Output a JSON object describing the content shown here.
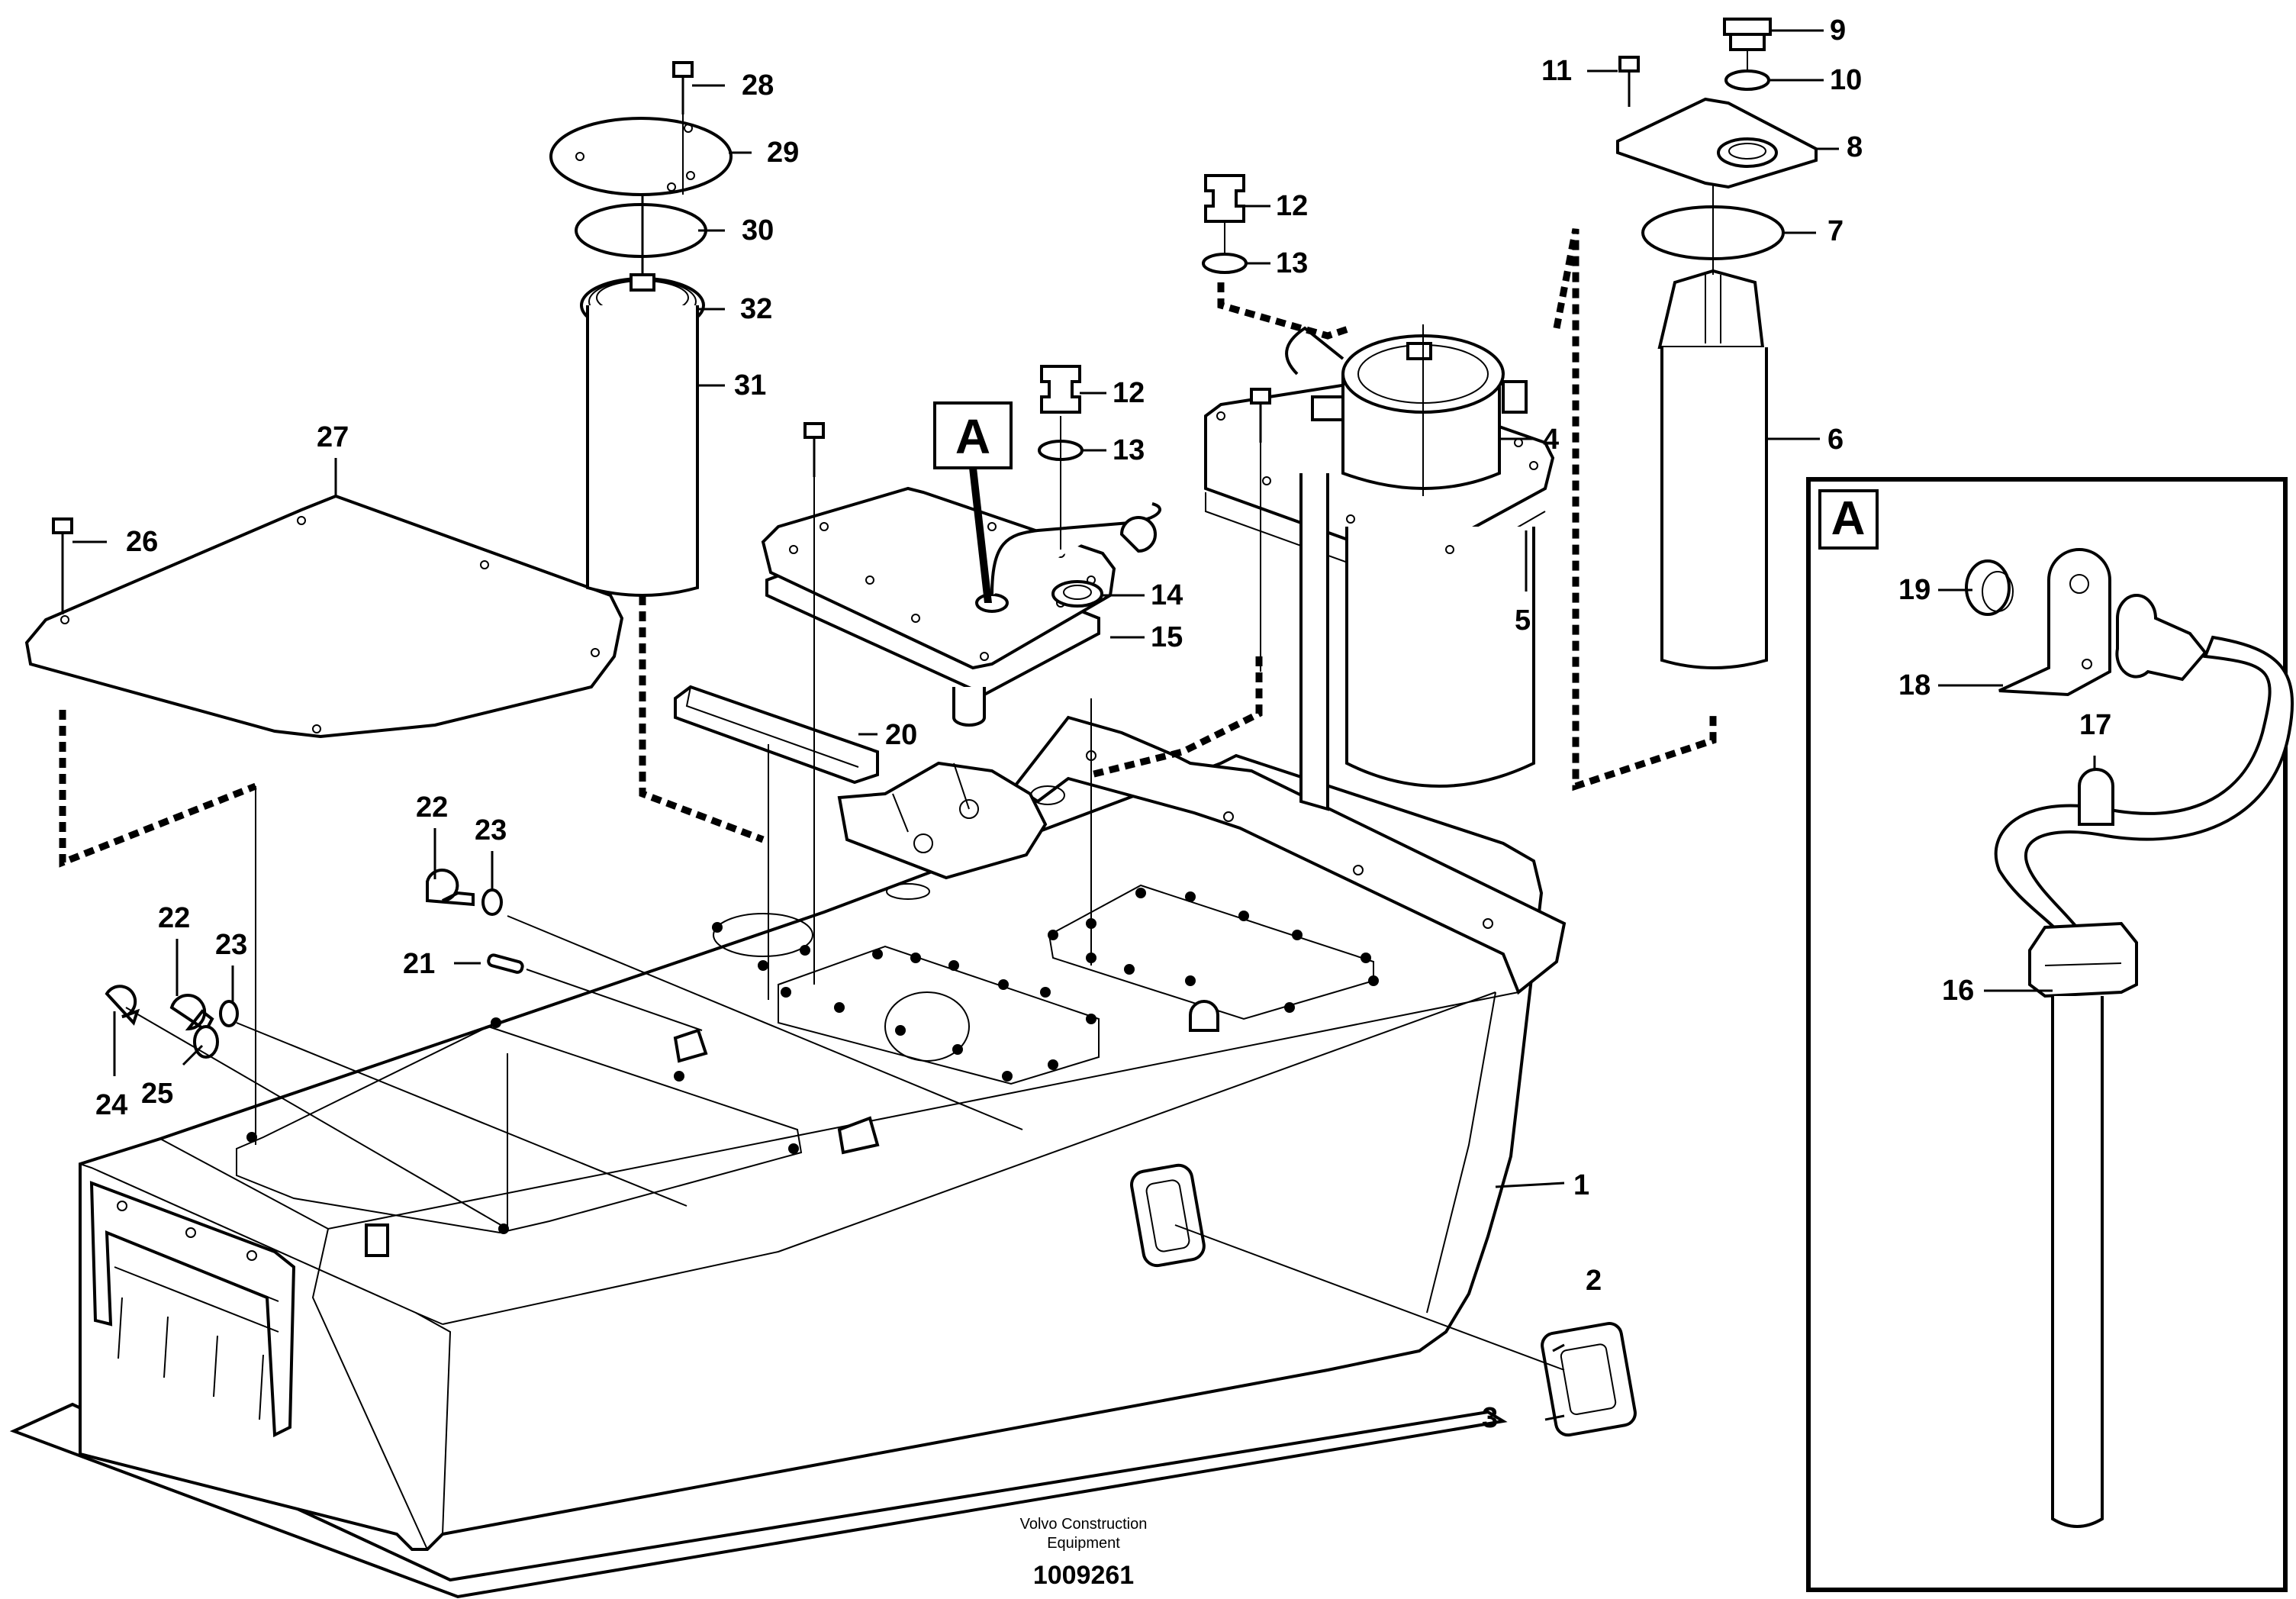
{
  "labels": {
    "p1": "1",
    "p2": "2",
    "p3": "3",
    "p4": "4",
    "p5": "5",
    "p6": "6",
    "p7": "7",
    "p8": "8",
    "p9": "9",
    "p10": "10",
    "p11": "11",
    "p12a": "12",
    "p12b": "12",
    "p13a": "13",
    "p13b": "13",
    "p14": "14",
    "p15": "15",
    "p16": "16",
    "p17": "17",
    "p18": "18",
    "p19": "19",
    "p20": "20",
    "p21": "21",
    "p22a": "22",
    "p22b": "22",
    "p23a": "23",
    "p23b": "23",
    "p24": "24",
    "p25": "25",
    "p26": "26",
    "p27": "27",
    "p28": "28",
    "p29": "29",
    "p30": "30",
    "p31": "31",
    "p32": "32"
  },
  "callout": {
    "main_letter": "A",
    "detail_letter": "A"
  },
  "footer": {
    "credit_line1": "Volvo Construction",
    "credit_line2": "Equipment",
    "doc_number": "1009261"
  }
}
